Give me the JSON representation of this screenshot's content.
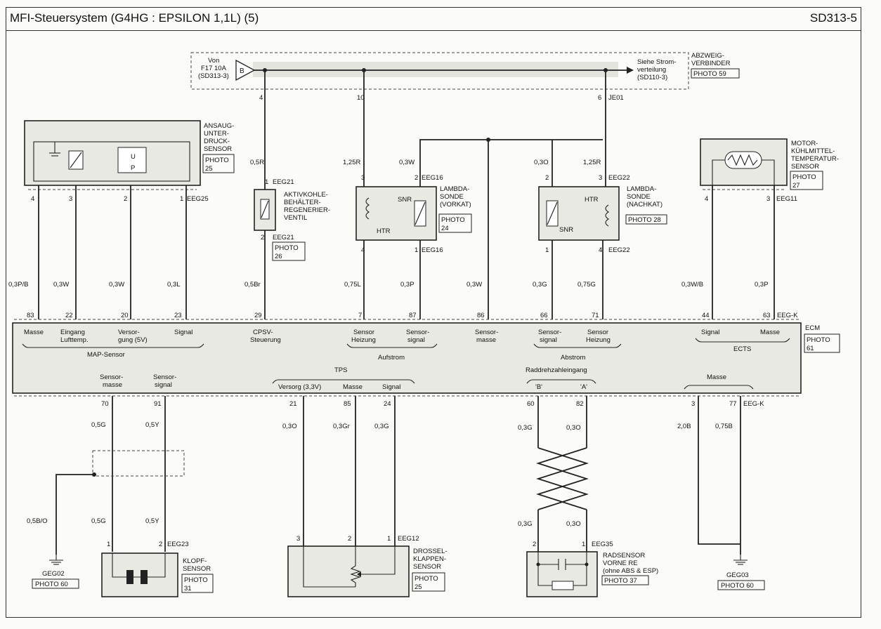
{
  "header": {
    "title": "MFI-Steuersystem (G4HG : EPSILON 1,1L) (5)",
    "code": "SD313-5"
  },
  "power": {
    "from": [
      "Von",
      "F17 10A",
      "(SD313-3)"
    ],
    "fuse_letter": "B",
    "to": [
      "Siehe Strom-",
      "verteilung",
      "(SD110-3)"
    ],
    "connector": [
      "ABZWEIG-",
      "VERBINDER"
    ],
    "photo": "PHOTO 59",
    "pins": [
      "4",
      "10",
      "6"
    ],
    "jeo": "JE01"
  },
  "map_sensor": {
    "name": [
      "ANSAUG-",
      "UNTER-",
      "DRUCK-",
      "SENSOR"
    ],
    "photo": [
      "PHOTO",
      "25"
    ],
    "up_label": "U",
    "p_label": "P",
    "pins": [
      "4",
      "3",
      "2",
      "1"
    ],
    "conn": "EEG25",
    "wires": [
      "0,3P/B",
      "0,3W",
      "0,3W",
      "0,3L"
    ],
    "ecm_pins": [
      "83",
      "22",
      "20",
      "23"
    ],
    "ecm_labels": [
      [
        "Masse"
      ],
      [
        "Eingang",
        "Lufttemp."
      ],
      [
        "Versor-",
        "gung (5V)"
      ],
      [
        "Signal"
      ]
    ],
    "group": "MAP-Sensor"
  },
  "purge_valve": {
    "name": [
      "AKTIVKOHLE-",
      "BEHÄLTER-",
      "REGENERIER-",
      "VENTIL"
    ],
    "wire_top": "0,5R",
    "pin_top": "1",
    "conn_top": "EEG21",
    "pin_bottom": "2",
    "conn_bottom": "EEG21",
    "photo": [
      "PHOTO",
      "26"
    ],
    "wire_bottom": "0,5Br",
    "ecm_pin": "29",
    "ecm_label": [
      "CPSV-",
      "Steuerung"
    ]
  },
  "lambda_up": {
    "name": [
      "LAMBDA-",
      "SONDE",
      "(VORKAT)"
    ],
    "photo": [
      "PHOTO",
      "24"
    ],
    "wire_top_left": "1,25R",
    "wire_top_right": "0,3W",
    "pins_top": [
      "3",
      "2"
    ],
    "conn_top": "EEG16",
    "pins_bottom": [
      "4",
      "1"
    ],
    "conn_bottom": "EEG16",
    "snr": "SNR",
    "htr": "HTR",
    "wires_bottom": [
      "0,75L",
      "0,3P"
    ],
    "ecm_pins": [
      "7",
      "87"
    ],
    "ecm_labels": [
      [
        "Sensor",
        "Heizung"
      ],
      [
        "Sensor-",
        "signal"
      ]
    ],
    "group": "Aufstrom"
  },
  "sensor_ground": {
    "wire": "0,3W",
    "ecm_pin": "86",
    "ecm_label": [
      "Sensor-",
      "masse"
    ]
  },
  "lambda_down": {
    "name": [
      "LAMBDA-",
      "SONDE",
      "(NACHKAT)"
    ],
    "photo": "PHOTO 28",
    "wire_top_left": "0,3O",
    "wire_top_right": "1,25R",
    "pins_top": [
      "2",
      "3"
    ],
    "conn_top": "EEG22",
    "pins_bottom": [
      "1",
      "4"
    ],
    "conn_bottom": "EEG22",
    "snr": "SNR",
    "htr": "HTR",
    "wires_bottom": [
      "0,3G",
      "0,75G"
    ],
    "ecm_pins": [
      "66",
      "71"
    ],
    "ecm_labels": [
      [
        "Sensor-",
        "signal"
      ],
      [
        "Sensor",
        "Heizung"
      ]
    ],
    "group": "Abstrom"
  },
  "coolant_sensor": {
    "name": [
      "MOTOR-",
      "KÜHLMITTEL-",
      "TEMPERATUR-",
      "SENSOR"
    ],
    "photo": [
      "PHOTO",
      "27"
    ],
    "pins": [
      "4",
      "3"
    ],
    "conn": "EEG11",
    "wires": [
      "0,3W/B",
      "0,3P"
    ],
    "ecm_pins": [
      "44",
      "63"
    ],
    "ecm_conn": "EEG-K",
    "ecm_labels": [
      [
        "Signal"
      ],
      [
        "Masse"
      ]
    ],
    "group": "ECTS"
  },
  "ecm": {
    "name": "ECM",
    "photo": [
      "PHOTO",
      "61"
    ]
  },
  "knock_sensor": {
    "ecm_labels": [
      [
        "Sensor-",
        "masse"
      ],
      [
        "Sensor-",
        "signal"
      ]
    ],
    "ecm_pins": [
      "70",
      "91"
    ],
    "wires_top": [
      "0,5G",
      "0,5Y"
    ],
    "shield_wire": "0,5B/O",
    "wires_bottom": [
      "0,5G",
      "0,5Y"
    ],
    "pins": [
      "1",
      "2"
    ],
    "conn": "EEG23",
    "name": [
      "KLOPF-",
      "SENSOR"
    ],
    "photo": [
      "PHOTO",
      "31"
    ],
    "ground": "GEG02",
    "ground_photo": "PHOTO 60"
  },
  "tps": {
    "group": "TPS",
    "ecm_labels": [
      "Versorg (3,3V)",
      "Masse",
      "Signal"
    ],
    "ecm_pins": [
      "21",
      "85",
      "24"
    ],
    "wires": [
      "0,3O",
      "0,3Gr",
      "0,3G"
    ],
    "pins": [
      "3",
      "2",
      "1"
    ],
    "conn": "EEG12",
    "name": [
      "DROSSEL-",
      "KLAPPEN-",
      "SENSOR"
    ],
    "photo": [
      "PHOTO",
      "25"
    ]
  },
  "wheel_sensor": {
    "group": "Raddrehzahleingang",
    "ecm_labels": [
      "'B'",
      "'A'"
    ],
    "ecm_pins": [
      "60",
      "82"
    ],
    "wires_top": [
      "0,3G",
      "0,3O"
    ],
    "wires_bottom": [
      "0,3G",
      "0,3O"
    ],
    "pins": [
      "2",
      "1"
    ],
    "conn": "EEG35",
    "name": [
      "RADSENSOR",
      "VORNE RE",
      "(ohne ABS & ESP)"
    ],
    "photo": "PHOTO 37"
  },
  "ecm_ground": {
    "group": "Masse",
    "ecm_pins": [
      "3",
      "77"
    ],
    "ecm_conn": "EEG-K",
    "wires": [
      "2,0B",
      "0,75B"
    ],
    "ground": "GEG03",
    "ground_photo": "PHOTO 60"
  }
}
